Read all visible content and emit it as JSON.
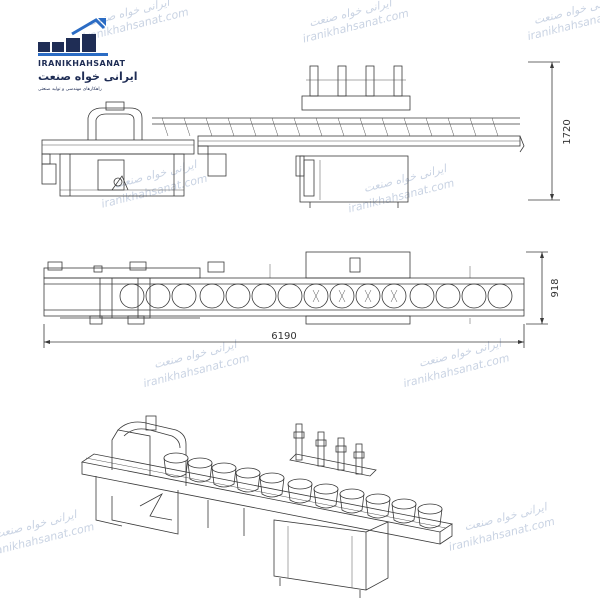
{
  "logo": {
    "name_latin": "IRANIKHAHSANAT",
    "name_persian": "ایرانی خواه صنعت",
    "tagline": "راهکارهای مهندسی و تولید صنعتی",
    "colors": {
      "navy": "#1f2d55",
      "accent": "#2b6cc4"
    }
  },
  "watermark": {
    "persian": "ایرانی خواه صنعت",
    "latin": "iranikhahsanat.com"
  },
  "dimensions": {
    "height": "1720",
    "width": "918",
    "length": "6190"
  },
  "colors": {
    "line": "#3a3a3a",
    "watermark": "#c9d3e3"
  }
}
